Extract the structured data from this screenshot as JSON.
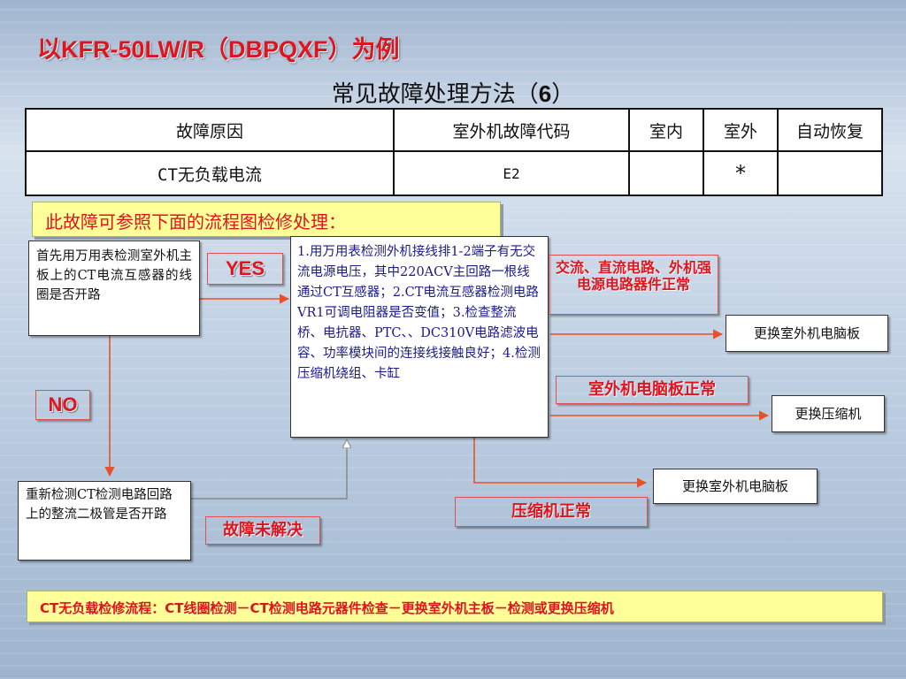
{
  "header": {
    "title": "以KFR-50LW/R（DBPQXF）为例",
    "subtitle_prefix": "常见故障处理方法（",
    "subtitle_num": "6",
    "subtitle_suffix": "）"
  },
  "table": {
    "headers": [
      "故障原因",
      "室外机故障代码",
      "室内",
      "室外",
      "自动恢复"
    ],
    "row": [
      "CT无负载电流",
      "E2",
      "",
      "*",
      ""
    ]
  },
  "flow": {
    "intro": "此故障可参照下面的流程图检修处理：",
    "step1": "首先用万用表检测室外机主板上的CT电流互感器的线圈是否开路",
    "yes": "YES",
    "no": "NO",
    "step2": "1.用万用表检测外机接线排1-2端子有无交流电源电压，其中220ACV主回路一根线通过CT互感器；2.CT电流互感器检测电路VR1可调电阻器是否变值；3.检查整流桥、电抗器、PTC、、DC310V电路滤波电容、功率模块间的连接线接触良好；4.检测压缩机绕组、卡缸",
    "step3": "重新检测CT检测电路回路上的整流二极管是否开路",
    "unresolved": "故障未解决",
    "cond1": "交流、直流电路、外机强电源电路器件正常",
    "result1": "更换室外机电脑板",
    "cond2": "室外机电脑板正常",
    "result2": "更换压缩机",
    "result3": "更换室外机电脑板",
    "cond3": "压缩机正常"
  },
  "summary": "CT无负载检修流程：CT线圈检测－CT检测电路元器件检查－更换室外机主板－检测或更换压缩机",
  "colors": {
    "accent_red": "#e0141e",
    "banner_yellow": "#ffff9a",
    "arrow_orange": "#e8502a"
  }
}
